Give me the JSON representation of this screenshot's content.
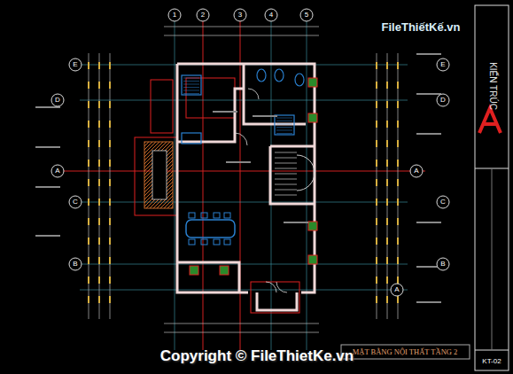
{
  "diagram": {
    "title": "MẶT BẰNG NỘI THẤT TẦNG 2",
    "labels": [
      "1",
      "2",
      "3",
      "4",
      "5",
      "E",
      "D",
      "A",
      "C",
      "B",
      "E",
      "D",
      "A",
      "C",
      "B",
      "A",
      "KIẾN TRÚC",
      "KT-02",
      "FileThiếtKế.vn",
      "Copyright © FileThietKe.vn"
    ]
  }
}
